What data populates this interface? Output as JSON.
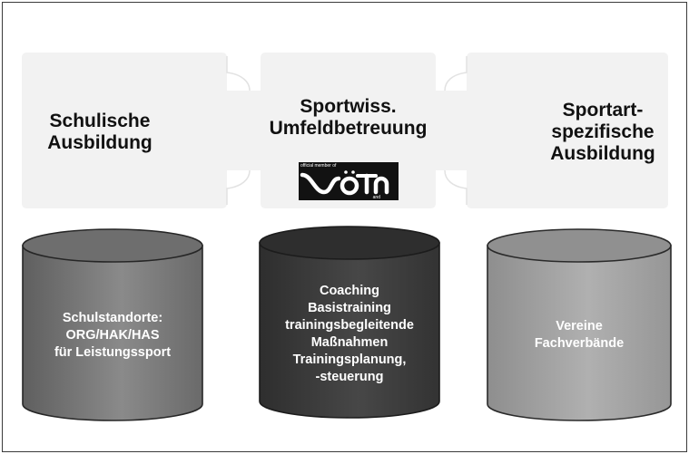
{
  "puzzle": {
    "left": "Schulische\nAusbildung",
    "center": "Sportwiss.\nUmfeldbetreuung",
    "right": "Sportart-\nspezifische\nAusbildung"
  },
  "logo": {
    "top_text": "official member of",
    "bottom_text": "and"
  },
  "cylinders": {
    "left": "Schulstandorte:\nORG/HAK/HAS\nfür Leistungssport",
    "center": "Coaching\nBasistraining\ntrainingsbegleitende\nMaßnahmen\nTrainingsplanung,\n-steuerung",
    "right": "Vereine\nFachverbände"
  },
  "colors": {
    "puzzle_fill": "#f2f2f2",
    "cylinder_left": "#7f7f7f",
    "cylinder_center": "#3f3f3f",
    "cylinder_right": "#a3a3a3"
  }
}
